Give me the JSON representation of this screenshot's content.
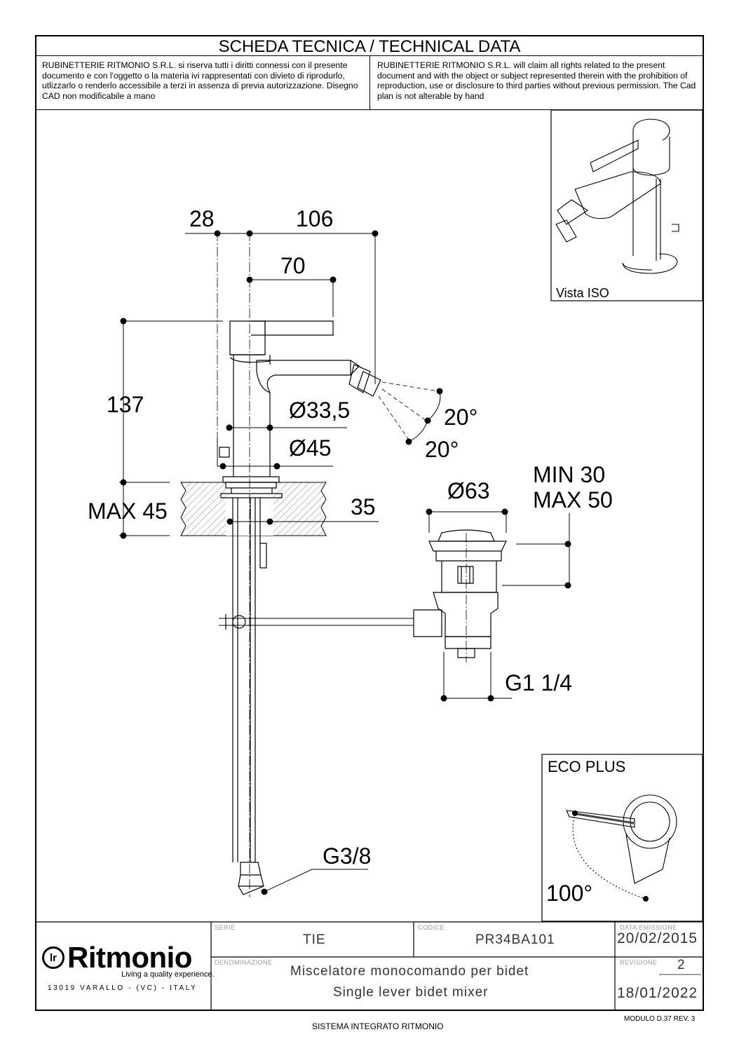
{
  "header": {
    "title": "SCHEDA TECNICA / TECHNICAL DATA",
    "legal_it": "RUBINETTERIE RITMONIO S.R.L. si riserva tutti i diritti connessi con il presente documento e con l'oggetto o la materia ivi rappresentati con divieto di riprodurlo, utlizzarlo o renderlo accessibile a terzi in assenza di previa autorizzazione. Disegno CAD non modificabile a mano",
    "legal_en": "RUBINETTERIE RITMONIO S.R.L. will claim all rights related to the present document and with the object or subject represented therein with the prohibition  of reproduction, use or disclosure to third parties without previous permission.  The Cad plan is not alterable by hand"
  },
  "dimensions": {
    "d28": "28",
    "d106": "106",
    "d70": "70",
    "d137": "137",
    "max45": "MAX 45",
    "d33": "Ø33,5",
    "d45": "Ø45",
    "ang1": "20°",
    "ang2": "20°",
    "d63": "Ø63",
    "min30": "MIN 30",
    "max50": "MAX 50",
    "d35": "35",
    "g114": "G1 1/4",
    "g38": "G3/8"
  },
  "iso_view": {
    "label": "Vista ISO"
  },
  "eco_plus": {
    "title": "ECO PLUS",
    "angle": "100°"
  },
  "title_block": {
    "serie_label": "SERIE",
    "serie": "TIE",
    "codice_label": "CODICE",
    "codice": "PR34BA101",
    "data_label": "DATA EMISSIONE",
    "data": "20/02/2015",
    "denominazione_label": "DENOMINAZIONE",
    "denominazione_it": "Miscelatore monocomando per bidet",
    "denominazione_en": "Single lever bidet mixer",
    "revisione_label": "REVISIONE",
    "revisione": "2",
    "revisione_data": "18/01/2022"
  },
  "logo": {
    "brand": "Ritmonio",
    "mark": "lr",
    "tagline": "Living a quality experience.",
    "address": "13019 VARALLO - (VC) - ITALY"
  },
  "footer": {
    "modulo": "MODULO D.37 REV. 3",
    "sistema": "SISTEMA INTEGRATO RITMONIO"
  }
}
